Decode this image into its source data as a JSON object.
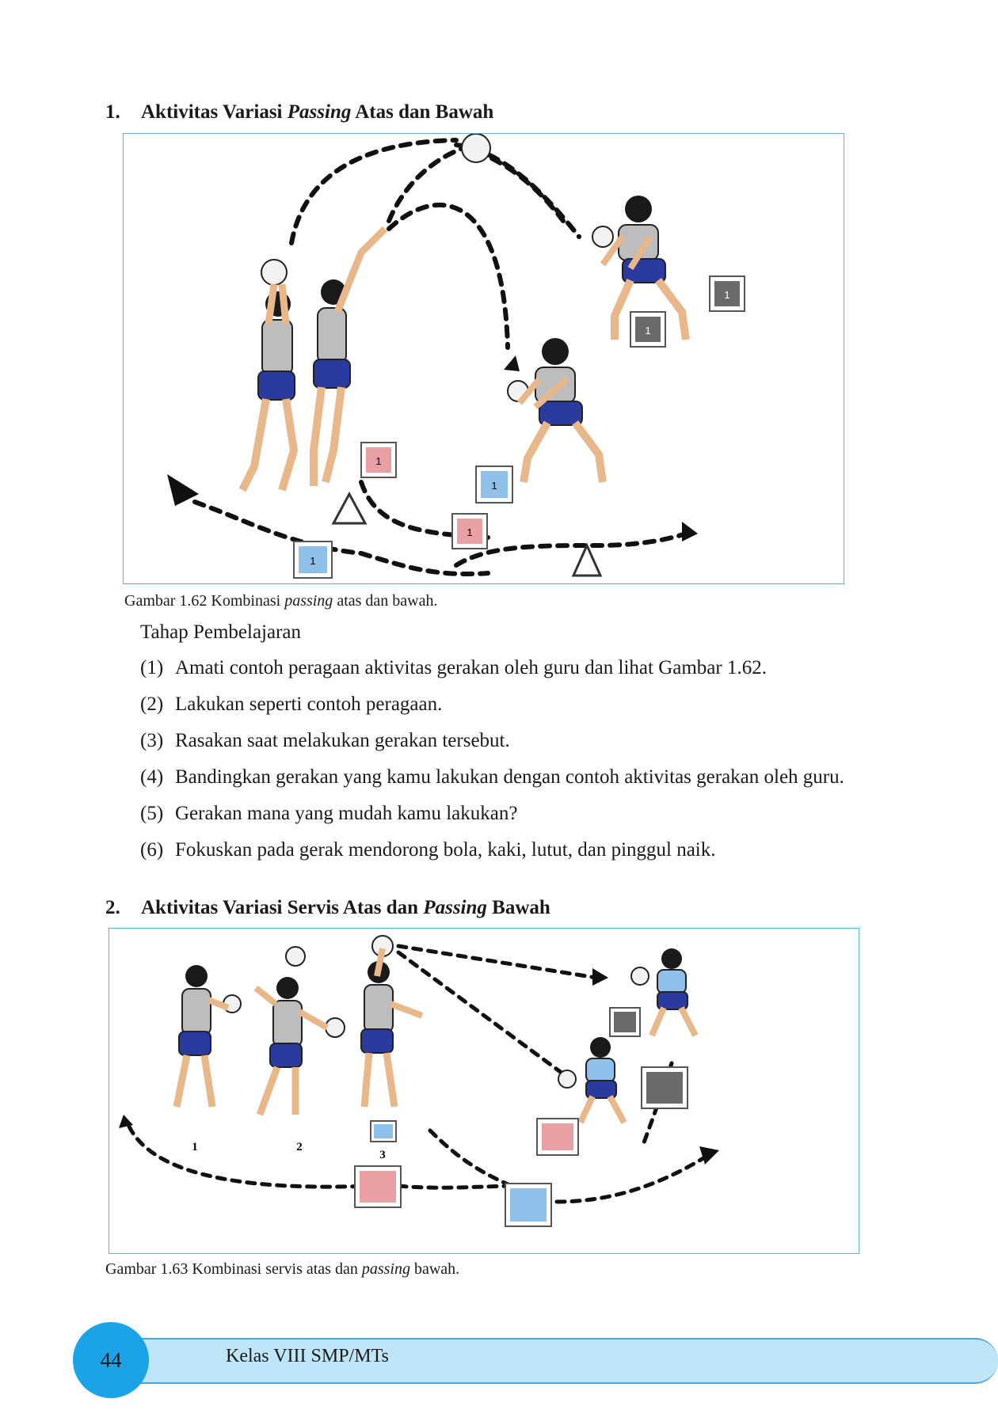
{
  "section1": {
    "number": "1.",
    "title_before": "Aktivitas Variasi ",
    "title_italic": "Passing",
    "title_after": " Atas dan Bawah",
    "figure_markers": [
      "1",
      "1",
      "1",
      "1",
      "1",
      "1"
    ],
    "caption_before": "Gambar 1.62 Kombinasi ",
    "caption_italic": "passing",
    "caption_after": " atas dan bawah."
  },
  "learning": {
    "label": "Tahap Pembelajaran",
    "steps": [
      {
        "no": "(1)",
        "text": "Amati contoh peragaan aktivitas gerakan oleh guru dan lihat Gambar 1.62."
      },
      {
        "no": "(2)",
        "text": "Lakukan seperti contoh peragaan."
      },
      {
        "no": "(3)",
        "text": "Rasakan saat melakukan gerakan tersebut."
      },
      {
        "no": "(4)",
        "text": "Bandingkan gerakan yang kamu lakukan dengan contoh aktivitas gerakan oleh guru."
      },
      {
        "no": "(5)",
        "text": "Gerakan mana yang mudah kamu lakukan?"
      },
      {
        "no": "(6)",
        "text": "Fokuskan pada gerak mendorong bola, kaki, lutut, dan pinggul naik."
      }
    ]
  },
  "section2": {
    "number": "2.",
    "title_before": "Aktivitas Variasi Servis Atas dan ",
    "title_italic": "Passing",
    "title_after": " Bawah",
    "figure_labels": [
      "1",
      "2",
      "3"
    ],
    "caption_before": "Gambar 1.63 Kombinasi servis atas dan ",
    "caption_italic": "passing",
    "caption_after": " bawah."
  },
  "footer": {
    "page_number": "44",
    "book_title": "Kelas VIII SMP/MTs"
  },
  "colors": {
    "accent_blue": "#1aa3e8",
    "footer_fill": "#bfe6f8",
    "frame_blue": "#5ab4d6",
    "marker_pink": "#e8a0a4",
    "marker_blue": "#8ec0ea",
    "marker_gray": "#6a6a6a",
    "shorts_navy": "#2b3a9e"
  }
}
